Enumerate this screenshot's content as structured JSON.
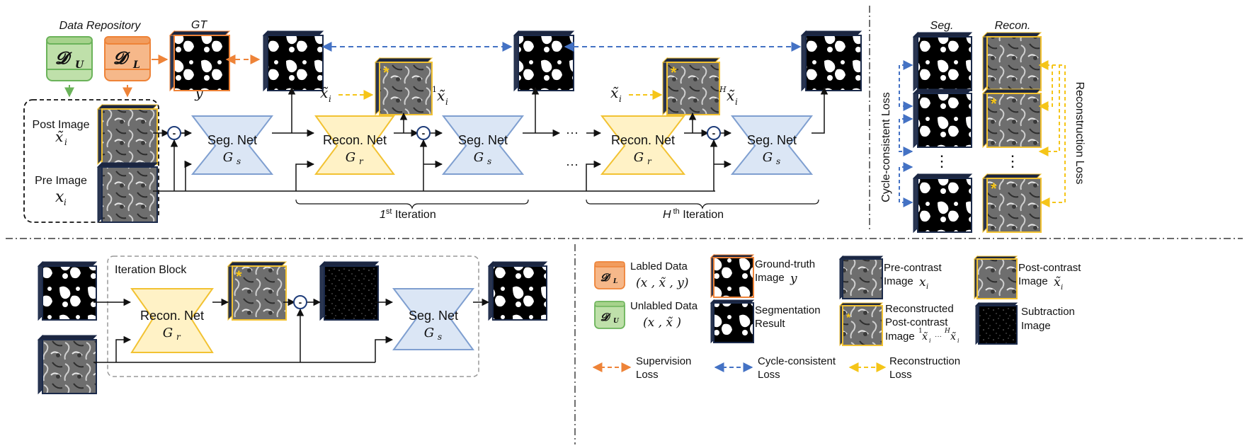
{
  "colors": {
    "orange": "#ee8338",
    "blue": "#4472c4",
    "yellow": "#f5c518",
    "green": "#6bb35a",
    "seg_fill": "#dbe6f5",
    "seg_stroke": "#7f9fd0",
    "recon_fill": "#fff2c6",
    "recon_stroke": "#f2c232",
    "labeled_fill": "#f6b88a",
    "unlabeled_fill": "#bfe0aa"
  },
  "top": {
    "data_repository": "Data Repository",
    "du_symbol": "𝓓",
    "du_sub": "U",
    "dl_symbol": "𝓓",
    "dl_sub": "L",
    "gt_label": "GT",
    "y_label": "y",
    "post_image_label": "Post Image",
    "post_image_symbol": "x̃",
    "post_image_sub": "i",
    "pre_image_label": "Pre Image",
    "pre_image_symbol": "x",
    "pre_image_sub": "i",
    "seg_net": "Seg. Net",
    "seg_net_symbol": "G",
    "seg_net_sub": "s",
    "recon_net": "Recon. Net",
    "recon_net_symbol": "G",
    "recon_net_sub": "r",
    "minus": "-",
    "ellipsis": "···",
    "xt": "x̃",
    "xt_sub": "i",
    "first_sup": "1",
    "h_sup": "H",
    "iter1_prefix": "1",
    "iter1_sup": "st",
    "iter1_suffix": " Iteration",
    "iterH_prefix": "H",
    "iterH_sup": " th",
    "iterH_suffix": " Iteration",
    "star": "*"
  },
  "right": {
    "seg_header": "Seg.",
    "recon_header": "Recon.",
    "cycle_loss": "Cycle-consistent Loss",
    "recon_loss": "Reconstruction Loss",
    "dots": "⋮"
  },
  "bottom": {
    "iteration_block": "Iteration Block",
    "recon_net": "Recon. Net",
    "seg_net": "Seg. Net"
  },
  "legend": {
    "labeled_title": "Labled Data",
    "labeled_formula": "(x , x̃ , y)",
    "unlabeled_title": "Unlabled Data",
    "unlabeled_formula": "(x , x̃ )",
    "gt_line1": "Ground-truth",
    "gt_line2": "Image",
    "seg_line1": "Segmentation",
    "seg_line2": "Result",
    "pre_line1": "Pre-contrast",
    "pre_line2": "Image",
    "recon_line1": "Reconstructed",
    "recon_line2": "Post-contrast",
    "recon_line3": "Image",
    "post_line1": "Post-contrast",
    "post_line2": "Image",
    "sub_line1": "Subtraction",
    "sub_line2": "Image",
    "sup_loss_1": "Supervision",
    "sup_loss_2": "Loss",
    "cyc_loss_1": "Cycle-consistent",
    "cyc_loss_2": "Loss",
    "rec_loss_1": "Reconstruction",
    "rec_loss_2": "Loss"
  }
}
